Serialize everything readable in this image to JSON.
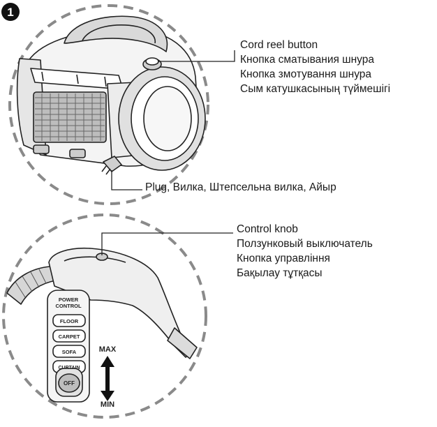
{
  "step_number": "1",
  "cord_reel": {
    "lines": [
      "Cord reel button",
      "Кнопка сматывания шнура",
      "Кнопка змотування шнура",
      "Сым катушкасының түймешігі"
    ]
  },
  "plug": {
    "label": "Plug, Вилка, Штепсельна вилка, Айыр"
  },
  "control_knob": {
    "lines": [
      "Control knob",
      "Ползунковый выключатель",
      "Кнопка управління",
      "Бақылау тұтқасы"
    ]
  },
  "handle_panel": {
    "heading_line1": "POWER",
    "heading_line2": "CONTROL",
    "modes": [
      "FLOOR",
      "CARPET",
      "SOFA",
      "CURTAIN"
    ],
    "off_label": "OFF",
    "max_label": "MAX",
    "min_label": "MIN"
  }
}
